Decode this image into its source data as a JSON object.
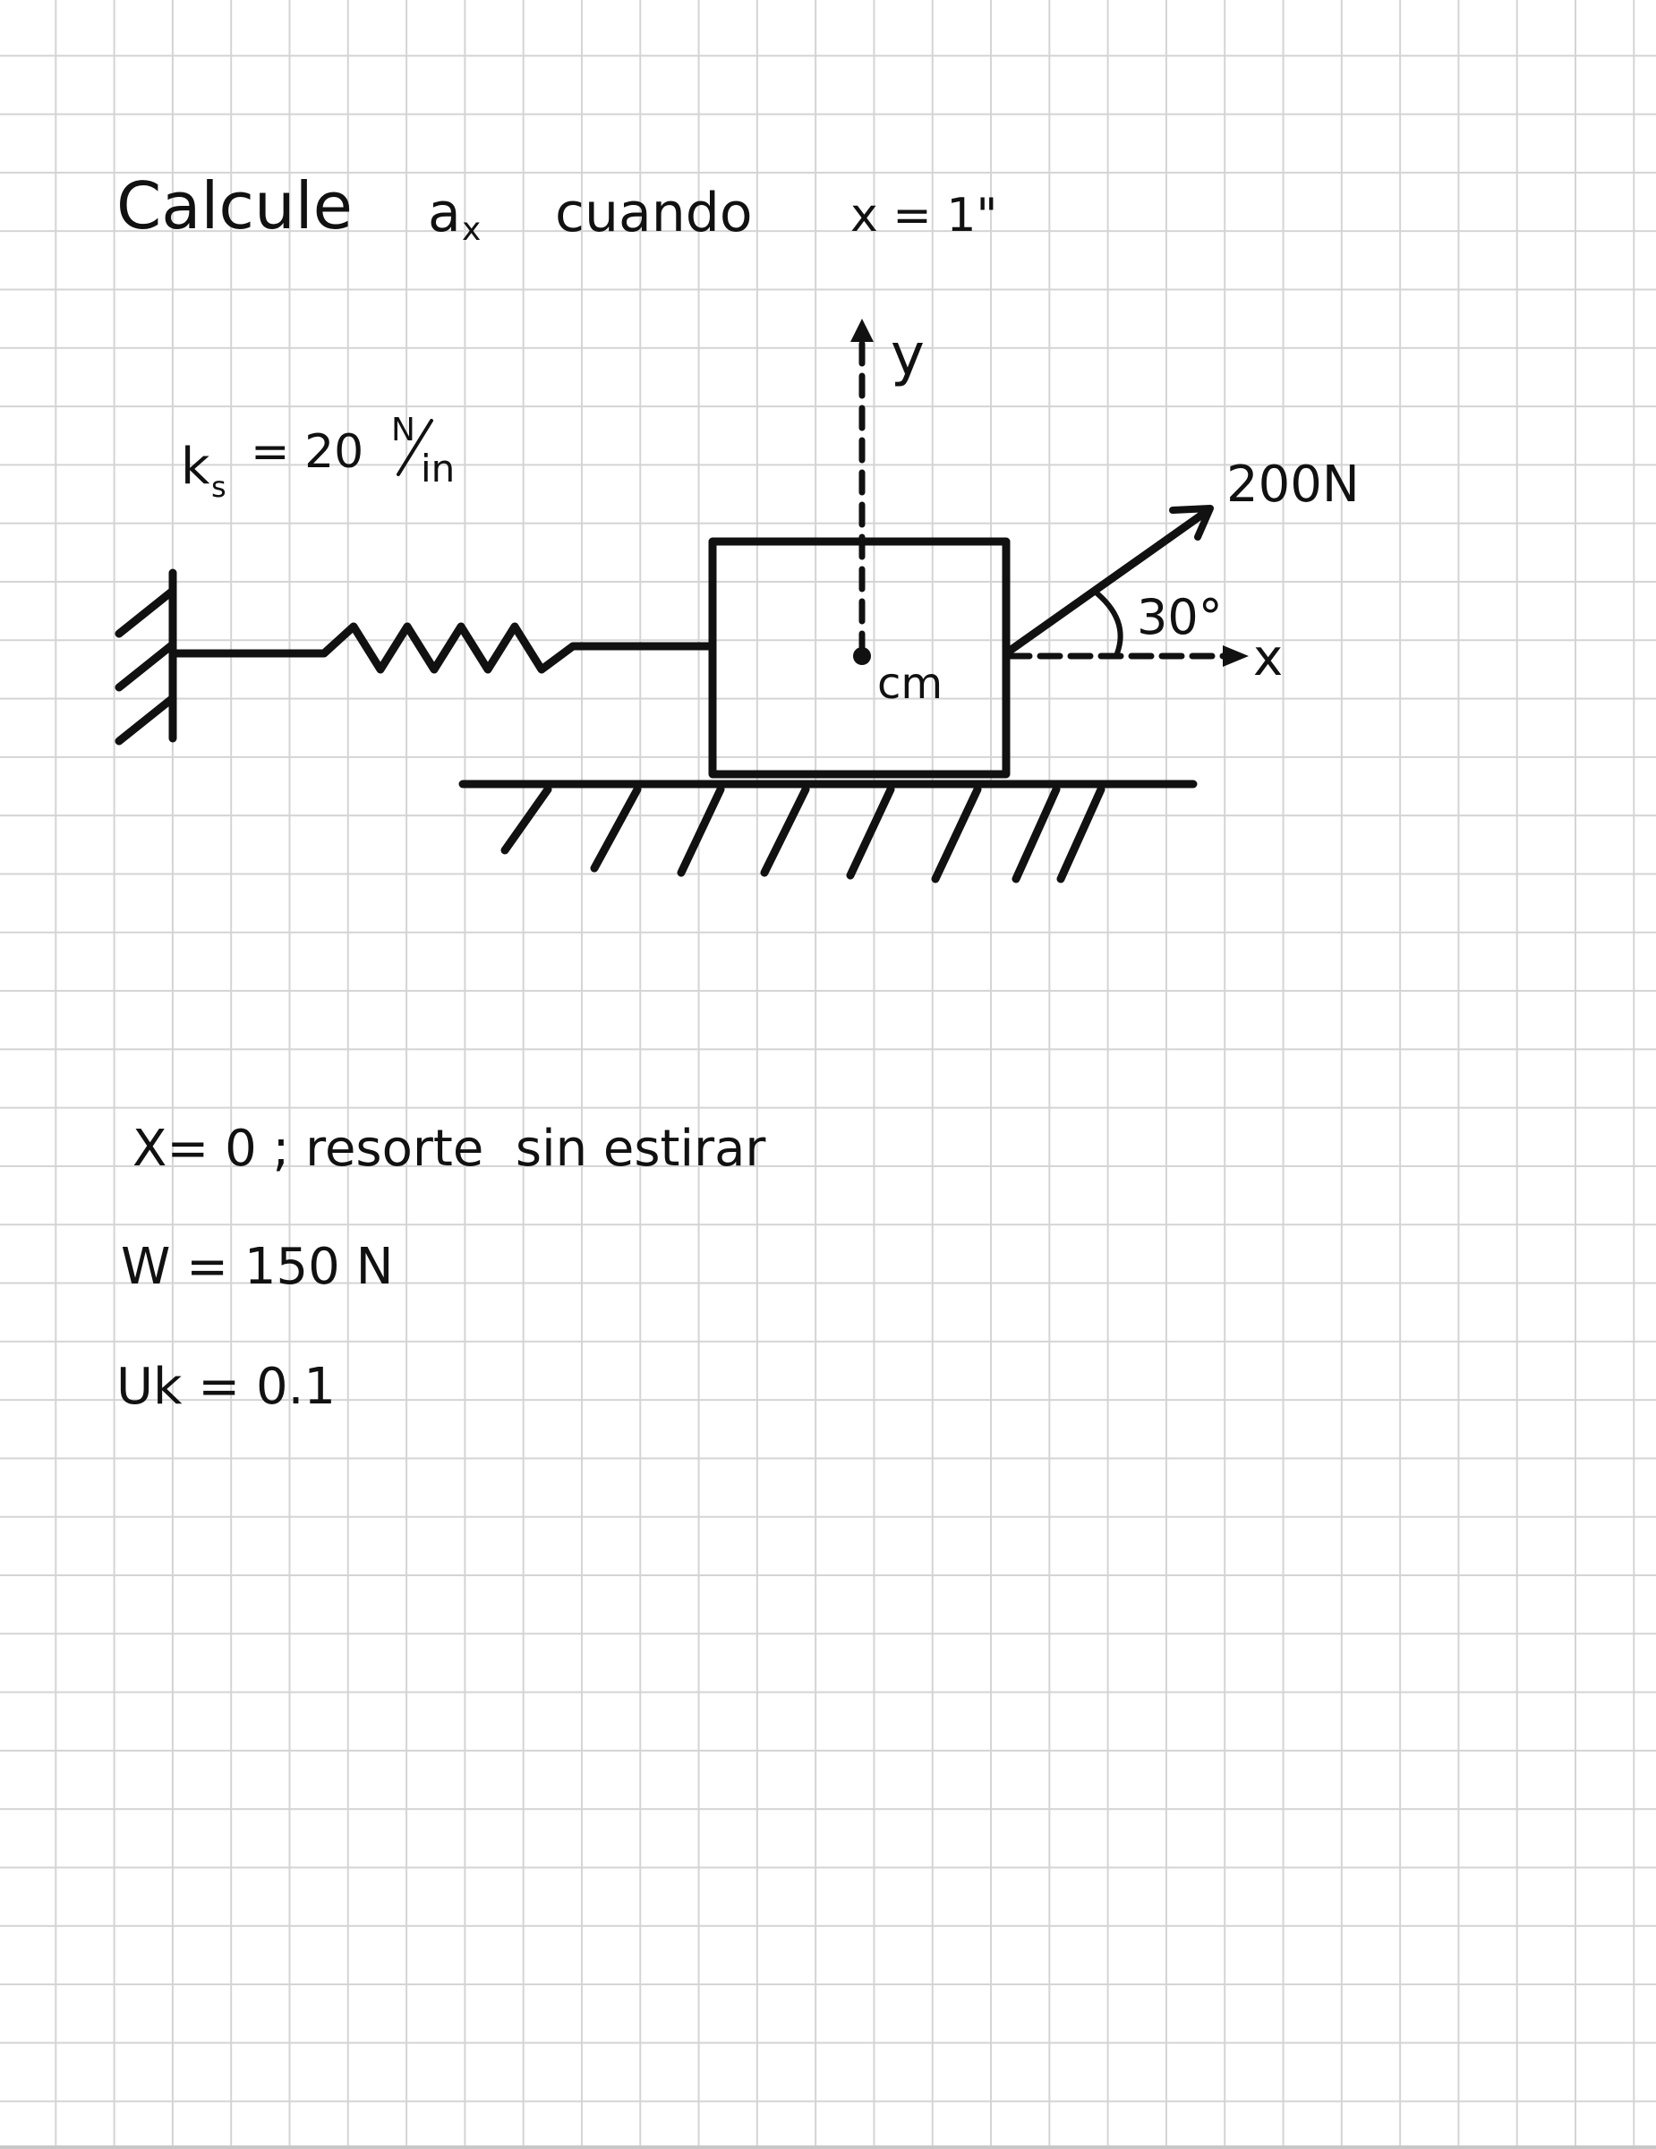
{
  "problem": {
    "instruction": "Calcule",
    "target": "a",
    "target_sub": "x",
    "condition_word": "cuando",
    "condition": "x = 1\""
  },
  "spring": {
    "constant_symbol": "k",
    "constant_sub": "s",
    "constant_value": "= 20",
    "constant_unit_num": "N",
    "constant_unit_den": "in"
  },
  "axes": {
    "y_label": "y",
    "x_label": "x"
  },
  "block": {
    "cm_label": "cm"
  },
  "force": {
    "magnitude": "200N",
    "angle": "30°"
  },
  "givens": [
    "X= 0 ; resorte  sin estirar",
    "W = 150 N",
    "Uk = 0.1"
  ],
  "colors": {
    "ink": "#111111",
    "grid": "#d4d4d4",
    "paper": "#ffffff"
  }
}
